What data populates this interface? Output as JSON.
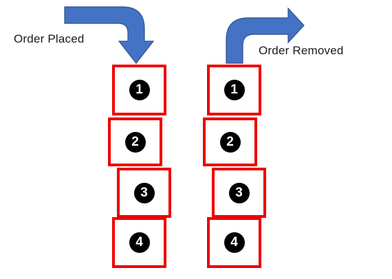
{
  "labels": {
    "order_placed": "Order Placed",
    "order_removed": "Order Removed"
  },
  "colors": {
    "arrow": "#4472c4",
    "arrow_outline": "#2f528f",
    "box_border": "#ee0000",
    "disc": "#000000",
    "disc_text": "#ffffff"
  },
  "stacks": {
    "placed": {
      "items": [
        "1",
        "2",
        "3",
        "4"
      ]
    },
    "removed": {
      "items": [
        "1",
        "2",
        "3",
        "4"
      ]
    }
  }
}
